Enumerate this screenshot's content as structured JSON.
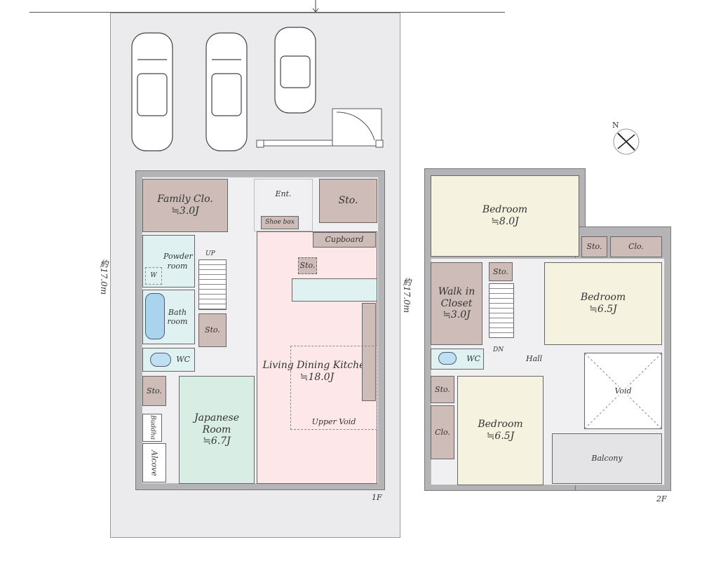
{
  "dimensions": {
    "left": "約17.0m",
    "right": "約17.0m"
  },
  "compass": {
    "north": "N"
  },
  "floor1": {
    "label": "1F",
    "rooms": {
      "family_clo": {
        "name": "Family Clo.",
        "area": "≒3.0J"
      },
      "powder": {
        "name": "Powder room"
      },
      "washer": {
        "name": "W"
      },
      "bath": {
        "name": "Bath room"
      },
      "wc": {
        "name": "WC"
      },
      "stairs": {
        "name": "UP"
      },
      "stairs_sto": {
        "name": "Sto."
      },
      "entrance": {
        "name": "Ent."
      },
      "shoe_box": {
        "name": "Shoe box"
      },
      "sto": {
        "name": "Sto."
      },
      "cupboard": {
        "name": "Cupboard"
      },
      "kitchen_sto": {
        "name": "Sto."
      },
      "ldk": {
        "name": "Living Dining Kitchen",
        "area": "≒18.0J"
      },
      "upper_void": {
        "name": "Upper Void"
      },
      "japanese": {
        "name": "Japanese Room",
        "area": "≒6.7J"
      },
      "japanese_sto": {
        "name": "Sto."
      },
      "buddha": {
        "name": "Buddha"
      },
      "alcove": {
        "name": "Alcove"
      }
    }
  },
  "floor2": {
    "label": "2F",
    "rooms": {
      "bedroom_main": {
        "name": "Bedroom",
        "area": "≒8.0J"
      },
      "sto_top": {
        "name": "Sto."
      },
      "clo_top": {
        "name": "Clo."
      },
      "walkin": {
        "name": "Walk in Closet",
        "area": "≒3.0J"
      },
      "stairs_sto": {
        "name": "Sto."
      },
      "stairs": {
        "name": "DN"
      },
      "bedroom_right": {
        "name": "Bedroom",
        "area": "≒6.5J"
      },
      "wc": {
        "name": "WC"
      },
      "hall": {
        "name": "Hall"
      },
      "void": {
        "name": "Void"
      },
      "sto_left": {
        "name": "Sto."
      },
      "clo_left": {
        "name": "Clo."
      },
      "bedroom_bottom": {
        "name": "Bedroom",
        "area": "≒6.5J"
      },
      "balcony": {
        "name": "Balcony"
      }
    }
  }
}
